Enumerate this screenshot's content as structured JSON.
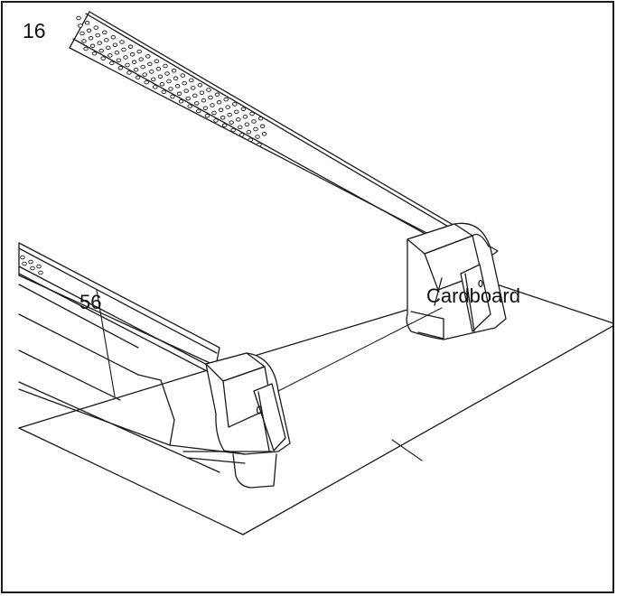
{
  "figure": {
    "step_number": "16",
    "labels": {
      "part_56": "56",
      "cardboard": "Cardboard"
    },
    "colors": {
      "line": "#1a1a1a",
      "background": "#ffffff"
    }
  }
}
